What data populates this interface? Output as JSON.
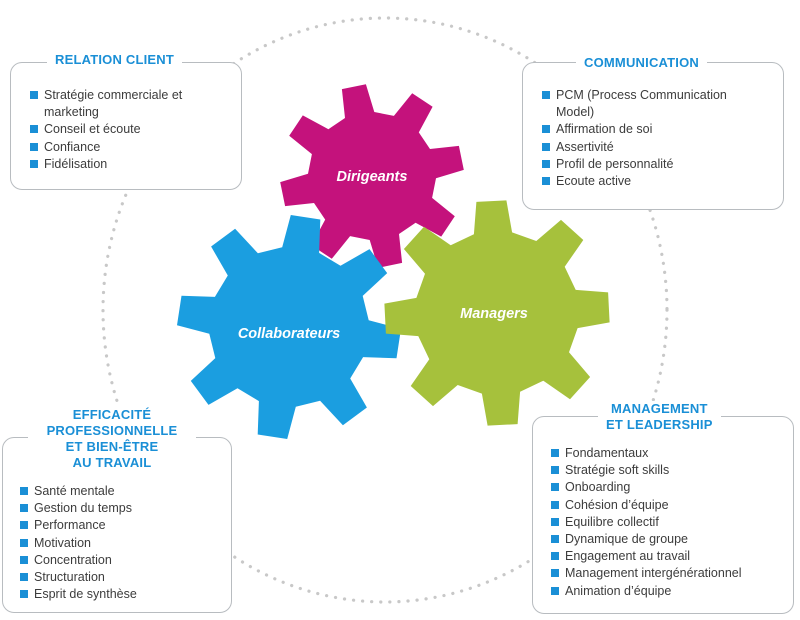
{
  "colors": {
    "accent": "#1a8fd6",
    "gear_dirigeants": "#c4127c",
    "gear_collaborateurs": "#1b9ee0",
    "gear_managers": "#a6c13c",
    "dots": "#c8c8c8",
    "border": "#b8bcc0",
    "text": "#3c3c3c"
  },
  "gears": {
    "dirigeants": "Dirigeants",
    "collaborateurs": "Collaborateurs",
    "managers": "Managers"
  },
  "boxes": {
    "relation_client": {
      "title": "RELATION CLIENT",
      "items": [
        "Stratégie commerciale et marketing",
        "Conseil et écoute",
        "Confiance",
        "Fidélisation"
      ]
    },
    "communication": {
      "title": "COMMUNICATION",
      "items": [
        "PCM (Process Communication Model)",
        "Affirmation de soi",
        "Assertivité",
        "Profil de personnalité",
        "Ecoute active"
      ]
    },
    "efficacite": {
      "title": "EFFICACITÉ\nPROFESSIONNELLE\nET BIEN-ÊTRE\nAU TRAVAIL",
      "items": [
        "Santé mentale",
        "Gestion du temps",
        "Performance",
        "Motivation",
        "Concentration",
        "Structuration",
        "Esprit de synthèse"
      ]
    },
    "management": {
      "title": "MANAGEMENT\nET LEADERSHIP",
      "items": [
        "Fondamentaux",
        "Stratégie soft skills",
        "Onboarding",
        "Cohésion d’équipe",
        "Equilibre collectif",
        "Dynamique de groupe",
        "Engagement au travail",
        "Management intergénérationnel",
        "Animation d’équipe"
      ]
    }
  }
}
